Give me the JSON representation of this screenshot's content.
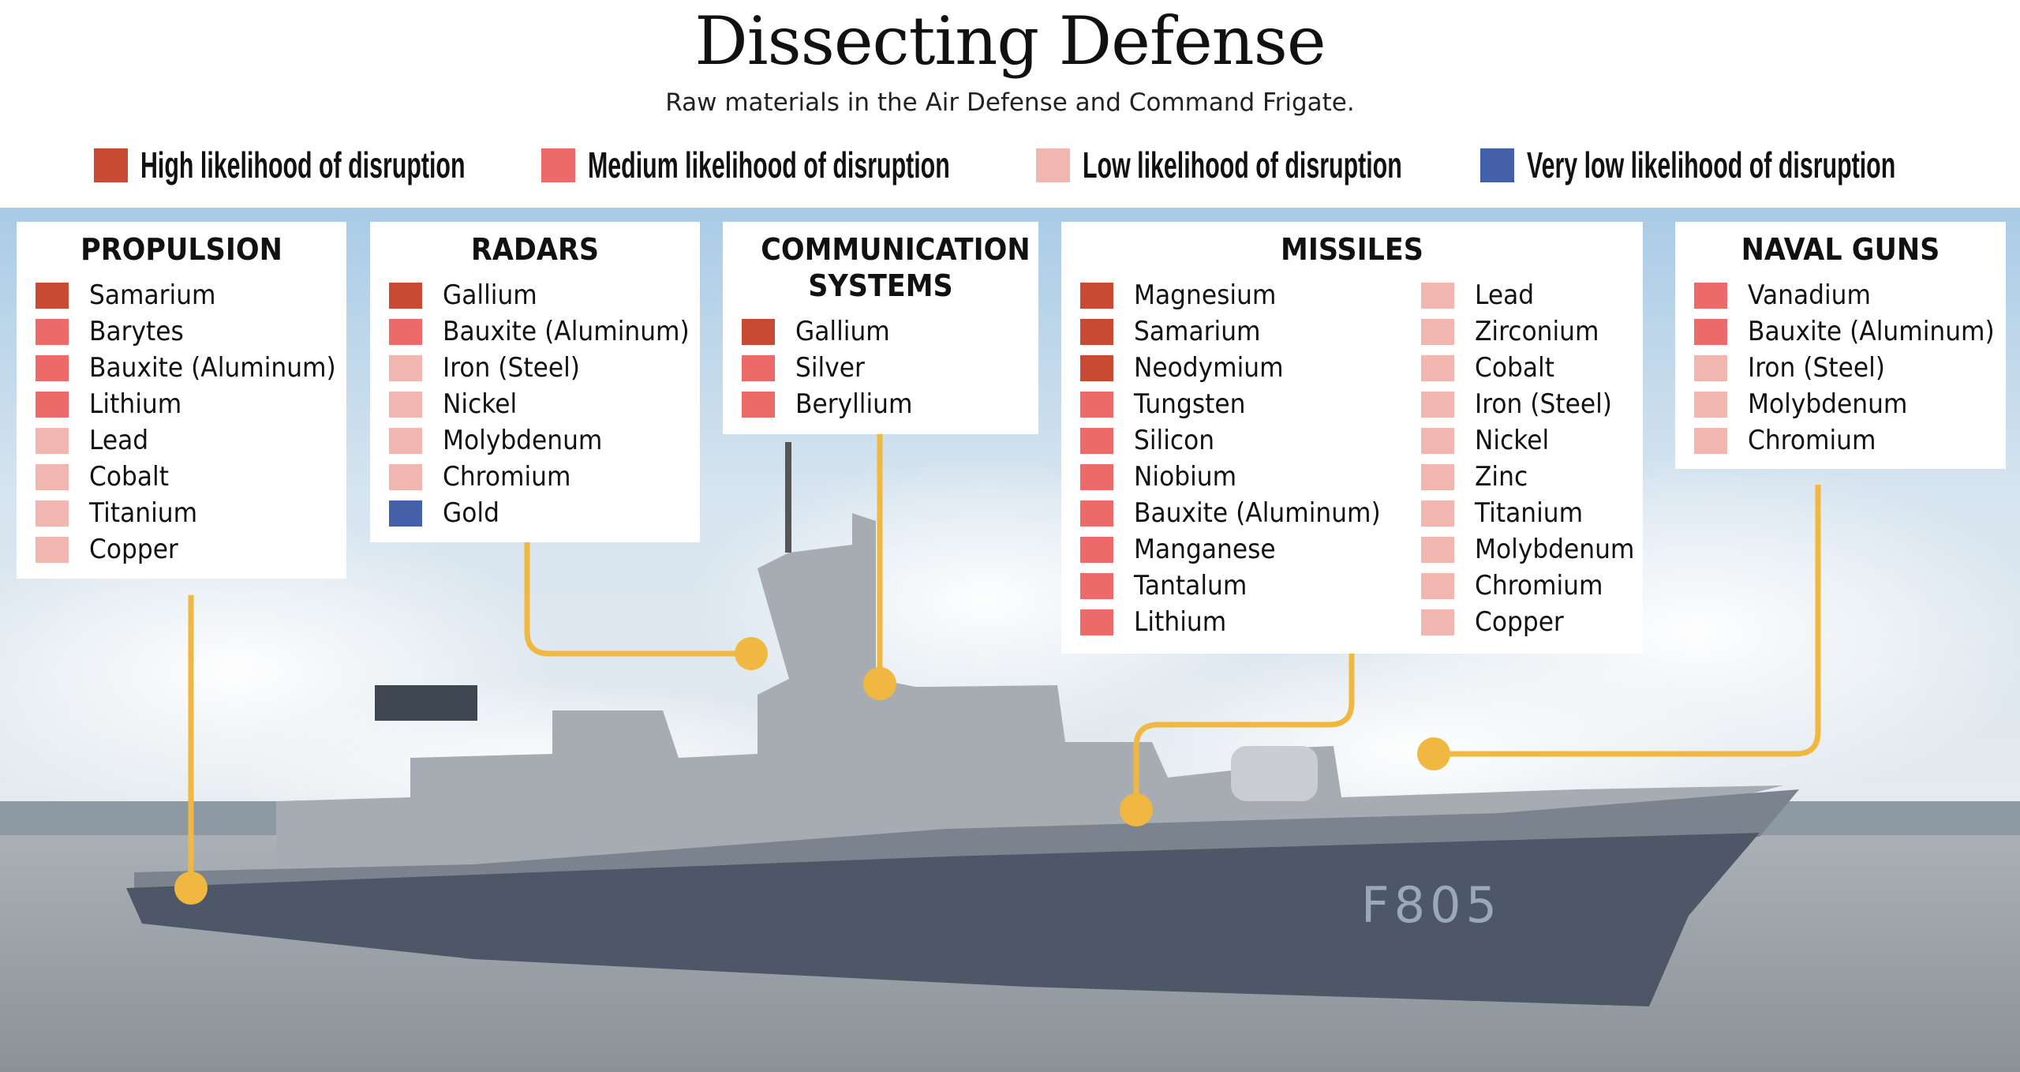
{
  "title": "Dissecting Defense",
  "subtitle": "Raw materials in the Air Defense and Command Frigate.",
  "colors": {
    "high": "#c84a33",
    "medium": "#ec6a6a",
    "low": "#f2b6b1",
    "very_low": "#4460a8",
    "connector": "#f0b840"
  },
  "legend": [
    {
      "level": "high",
      "label": "High likelihood of disruption"
    },
    {
      "level": "medium",
      "label": "Medium likelihood of disruption"
    },
    {
      "level": "low",
      "label": "Low likelihood of disruption"
    },
    {
      "level": "very_low",
      "label": "Very low likelihood of disruption"
    }
  ],
  "hull_number": "F805",
  "systems": [
    {
      "id": "propulsion",
      "title": "PROPULSION",
      "columns": [
        [
          {
            "name": "Samarium",
            "level": "high"
          },
          {
            "name": "Barytes",
            "level": "medium"
          },
          {
            "name": "Bauxite (Aluminum)",
            "level": "medium"
          },
          {
            "name": "Lithium",
            "level": "medium"
          },
          {
            "name": "Lead",
            "level": "low"
          },
          {
            "name": "Cobalt",
            "level": "low"
          },
          {
            "name": "Titanium",
            "level": "low"
          },
          {
            "name": "Copper",
            "level": "low"
          }
        ]
      ]
    },
    {
      "id": "radars",
      "title": "RADARS",
      "columns": [
        [
          {
            "name": "Gallium",
            "level": "high"
          },
          {
            "name": "Bauxite (Aluminum)",
            "level": "medium"
          },
          {
            "name": "Iron (Steel)",
            "level": "low"
          },
          {
            "name": "Nickel",
            "level": "low"
          },
          {
            "name": "Molybdenum",
            "level": "low"
          },
          {
            "name": "Chromium",
            "level": "low"
          },
          {
            "name": "Gold",
            "level": "very_low"
          }
        ]
      ]
    },
    {
      "id": "communication",
      "title": "COMMUNICATION SYSTEMS",
      "columns": [
        [
          {
            "name": "Gallium",
            "level": "high"
          },
          {
            "name": "Silver",
            "level": "medium"
          },
          {
            "name": "Beryllium",
            "level": "medium"
          }
        ]
      ]
    },
    {
      "id": "missiles",
      "title": "MISSILES",
      "columns": [
        [
          {
            "name": "Magnesium",
            "level": "high"
          },
          {
            "name": "Samarium",
            "level": "high"
          },
          {
            "name": "Neodymium",
            "level": "high"
          },
          {
            "name": "Tungsten",
            "level": "medium"
          },
          {
            "name": "Silicon",
            "level": "medium"
          },
          {
            "name": "Niobium",
            "level": "medium"
          },
          {
            "name": "Bauxite (Aluminum)",
            "level": "medium"
          },
          {
            "name": "Manganese",
            "level": "medium"
          },
          {
            "name": "Tantalum",
            "level": "medium"
          },
          {
            "name": "Lithium",
            "level": "medium"
          }
        ],
        [
          {
            "name": "Lead",
            "level": "low"
          },
          {
            "name": "Zirconium",
            "level": "low"
          },
          {
            "name": "Cobalt",
            "level": "low"
          },
          {
            "name": "Iron (Steel)",
            "level": "low"
          },
          {
            "name": "Nickel",
            "level": "low"
          },
          {
            "name": "Zinc",
            "level": "low"
          },
          {
            "name": "Titanium",
            "level": "low"
          },
          {
            "name": "Molybdenum",
            "level": "low"
          },
          {
            "name": "Chromium",
            "level": "low"
          },
          {
            "name": "Copper",
            "level": "low"
          }
        ]
      ]
    },
    {
      "id": "naval-guns",
      "title": "NAVAL GUNS",
      "columns": [
        [
          {
            "name": "Vanadium",
            "level": "medium"
          },
          {
            "name": "Bauxite (Aluminum)",
            "level": "medium"
          },
          {
            "name": "Iron (Steel)",
            "level": "low"
          },
          {
            "name": "Molybdenum",
            "level": "low"
          },
          {
            "name": "Chromium",
            "level": "low"
          }
        ]
      ]
    }
  ]
}
